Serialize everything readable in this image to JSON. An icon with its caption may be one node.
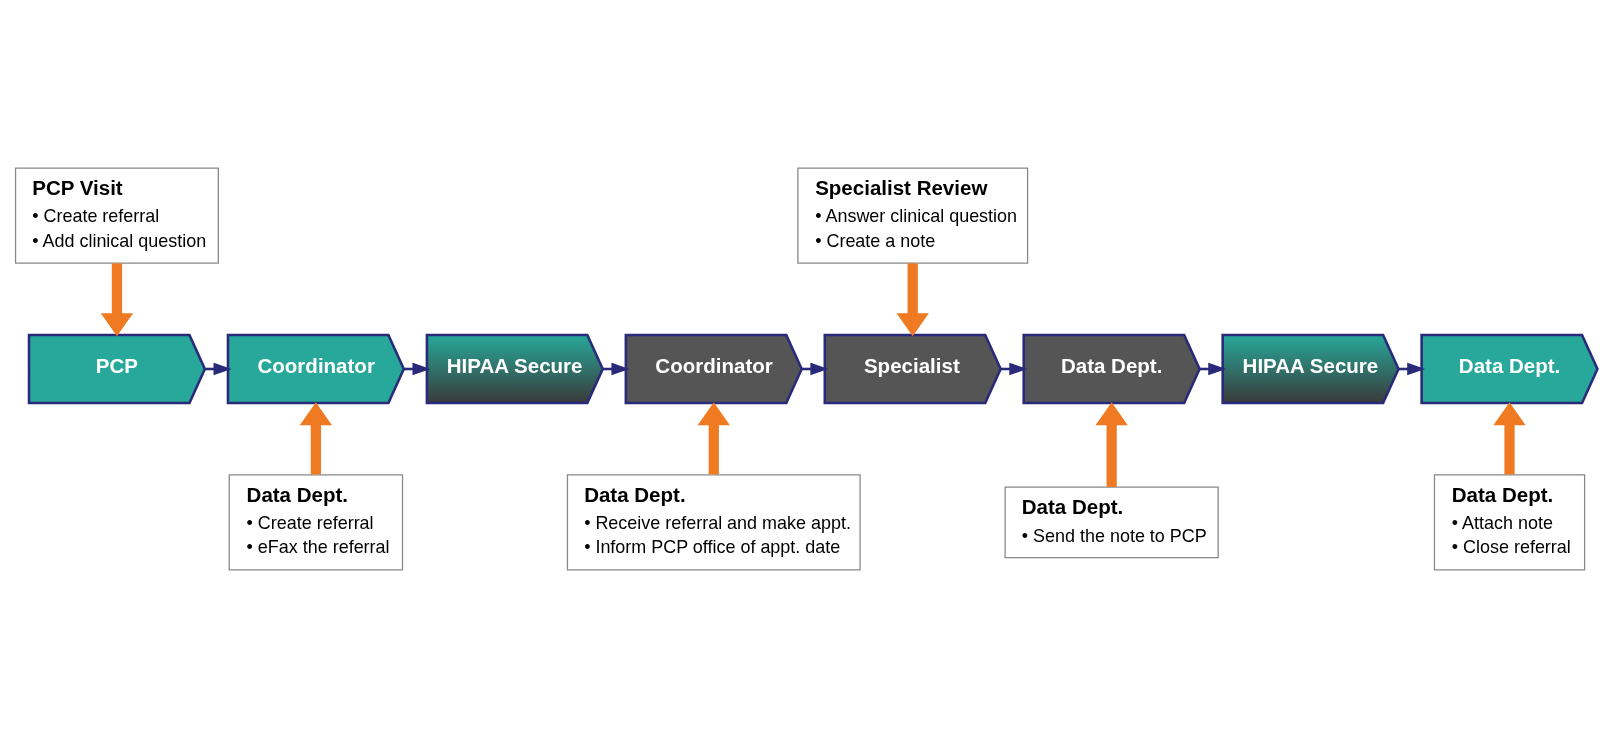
{
  "diagram": {
    "nodes": [
      {
        "text": [
          "PCP Visit",
          "• Create referral",
          "• Add clinical question"
        ]
      },
      {
        "text": [
          "Specialist Review",
          "• Answer clinical question",
          "• Create a note"
        ]
      },
      {
        "text": [
          "PCP"
        ]
      },
      {
        "text": [
          "Coordinator"
        ]
      },
      {
        "text": [
          "HIPAA Secure"
        ]
      },
      {
        "text": [
          "Coordinator"
        ]
      },
      {
        "text": [
          "Specialist"
        ]
      },
      {
        "text": [
          "Data Dept."
        ]
      },
      {
        "text": [
          "HIPAA Secure"
        ]
      },
      {
        "text": [
          "Data Dept."
        ]
      },
      {
        "text": [
          "Data Dept.",
          "• Create referral",
          "• eFax the referral"
        ]
      },
      {
        "text": [
          "Data Dept.",
          "• Receive referral and make appt.",
          "• Inform PCP office of appt. date"
        ]
      },
      {
        "text": [
          "Data Dept.",
          "• Send the note to PCP"
        ]
      },
      {
        "text": [
          "Data Dept.",
          "• Attach note",
          "• Close referral"
        ]
      }
    ],
    "edges": [
      {
        "from": 2,
        "to": 3,
        "arrow": "to"
      },
      {
        "from": 3,
        "to": 4,
        "arrow": "to"
      },
      {
        "from": 4,
        "to": 5,
        "arrow": "to"
      },
      {
        "from": 5,
        "to": 6,
        "arrow": "to"
      },
      {
        "from": 6,
        "to": 7,
        "arrow": "to"
      },
      {
        "from": 7,
        "to": 8,
        "arrow": "to"
      },
      {
        "from": 8,
        "to": 9,
        "arrow": "to"
      },
      {
        "from": 0,
        "to": 2,
        "arrow": "to",
        "style": "thick",
        "color": "#f07a22"
      },
      {
        "from": 1,
        "to": 6,
        "arrow": "to",
        "style": "thick",
        "color": "#f07a22"
      },
      {
        "from": 10,
        "to": 3,
        "arrow": "to",
        "style": "thick",
        "color": "#f07a22"
      },
      {
        "from": 11,
        "to": 5,
        "arrow": "to",
        "style": "thick",
        "color": "#f07a22"
      },
      {
        "from": 12,
        "to": 7,
        "arrow": "to",
        "style": "thick",
        "color": "#f07a22"
      },
      {
        "from": 13,
        "to": 9,
        "arrow": "to",
        "style": "thick",
        "color": "#f07a22"
      }
    ]
  }
}
